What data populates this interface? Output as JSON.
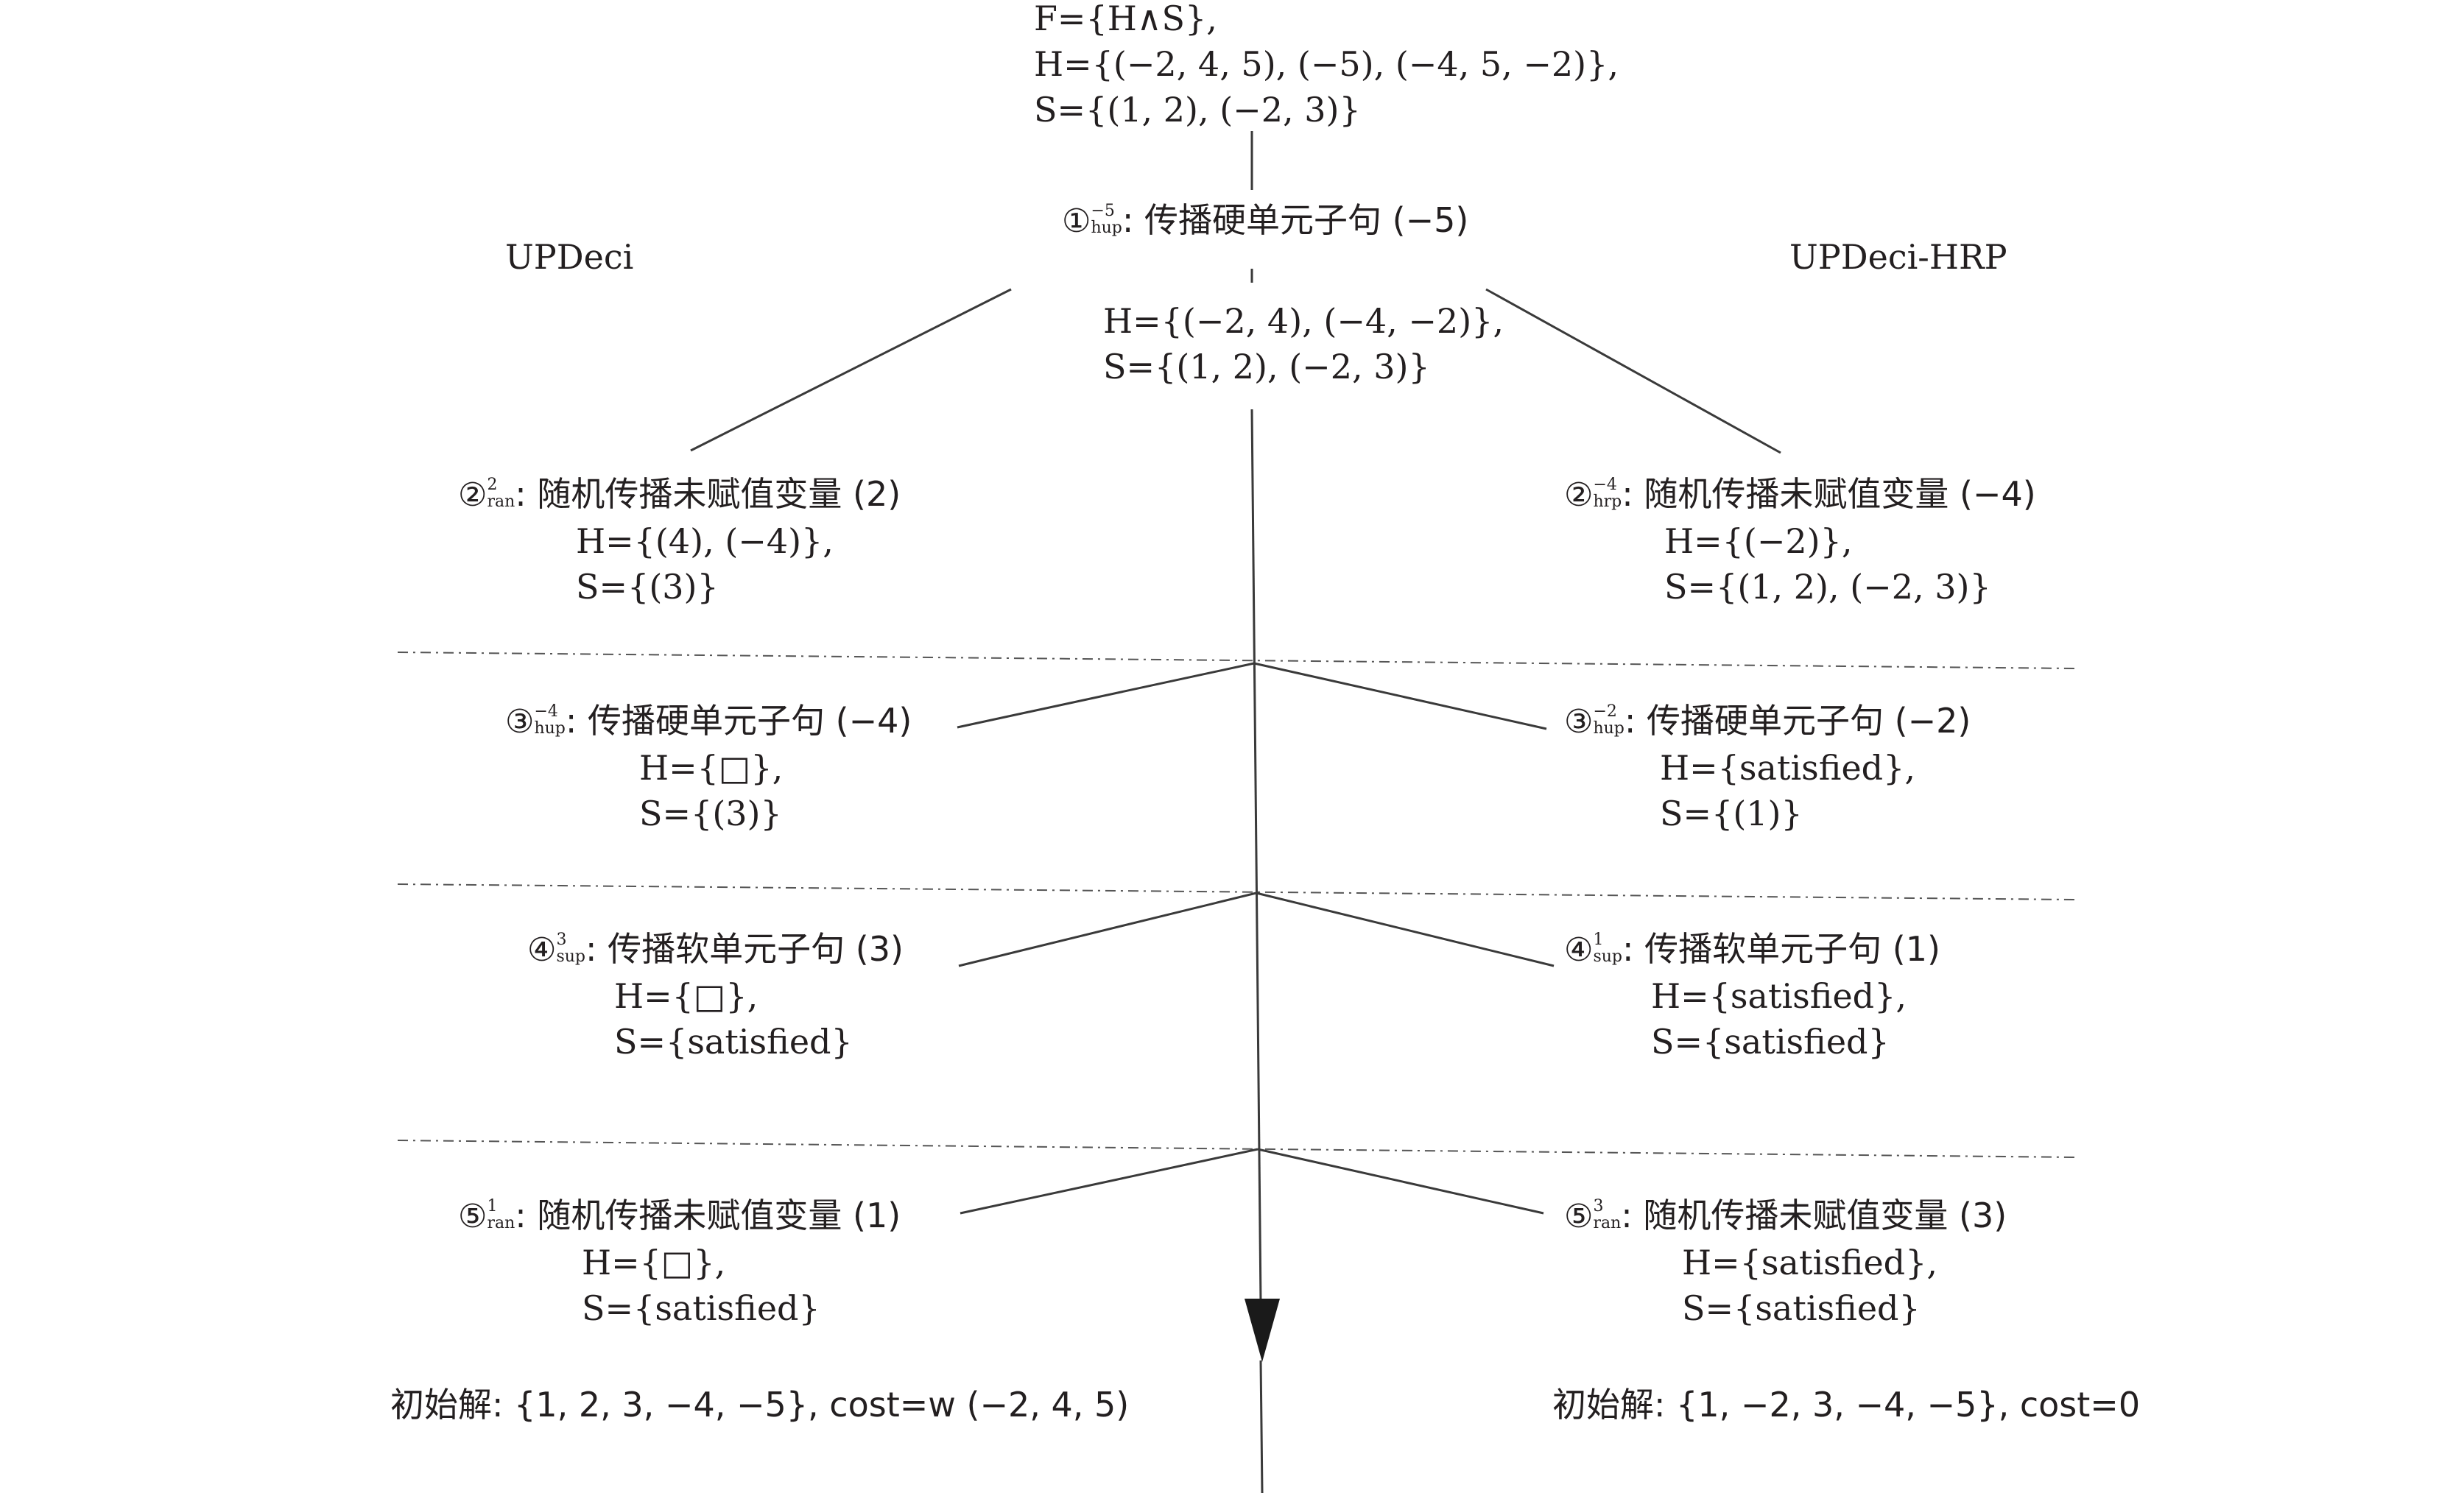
{
  "top": {
    "lines": [
      "F={H∧S},",
      "H={(−2, 4, 5), (−5), (−4, 5, −2)},",
      "S={(1, 2), (−2, 3)}"
    ]
  },
  "step1": {
    "mark": "①",
    "sup": "−5",
    "sub": "hup",
    "text": ": 传播硬单元子句 (−5)",
    "lines": [
      "H={(−2, 4), (−4, −2)},",
      "S={(1, 2), (−2, 3)}"
    ]
  },
  "labels": {
    "left": "UPDeci",
    "right": "UPDeci-HRP"
  },
  "left": [
    {
      "mark": "②",
      "sup": "2",
      "sub": "ran",
      "text": ": 随机传播未赋值变量 (2)",
      "lines": [
        "H={(4), (−4)},",
        "S={(3)}"
      ]
    },
    {
      "mark": "③",
      "sup": "−4",
      "sub": "hup",
      "text": ": 传播硬单元子句 (−4)",
      "lines": [
        "H={□},",
        "S={(3)}"
      ]
    },
    {
      "mark": "④",
      "sup": "3",
      "sub": "sup",
      "text": ": 传播软单元子句 (3)",
      "lines": [
        "H={□},",
        "S={satisfied}"
      ]
    },
    {
      "mark": "⑤",
      "sup": "1",
      "sub": "ran",
      "text": ": 随机传播未赋值变量 (1)",
      "lines": [
        "H={□},",
        "S={satisfied}"
      ]
    }
  ],
  "right": [
    {
      "mark": "②",
      "sup": "−4",
      "sub": "hrp",
      "text": ": 随机传播未赋值变量 (−4)",
      "lines": [
        "H={(−2)},",
        "S={(1, 2), (−2, 3)}"
      ]
    },
    {
      "mark": "③",
      "sup": "−2",
      "sub": "hup",
      "text": ": 传播硬单元子句 (−2)",
      "lines": [
        "H={satisfied},",
        "S={(1)}"
      ]
    },
    {
      "mark": "④",
      "sup": "1",
      "sub": "sup",
      "text": ": 传播软单元子句 (1)",
      "lines": [
        "H={satisfied},",
        "S={satisfied}"
      ]
    },
    {
      "mark": "⑤",
      "sup": "3",
      "sub": "ran",
      "text": ": 随机传播未赋值变量 (3)",
      "lines": [
        "H={satisfied},",
        "S={satisfied}"
      ]
    }
  ],
  "result": {
    "left": "初始解: {1, 2, 3, −4, −5}, cost=w (−2, 4, 5)",
    "right": "初始解: {1, −2, 3, −4, −5}, cost=0"
  },
  "colors": {
    "ink": "#231f20",
    "line": "#3a3a3a"
  }
}
